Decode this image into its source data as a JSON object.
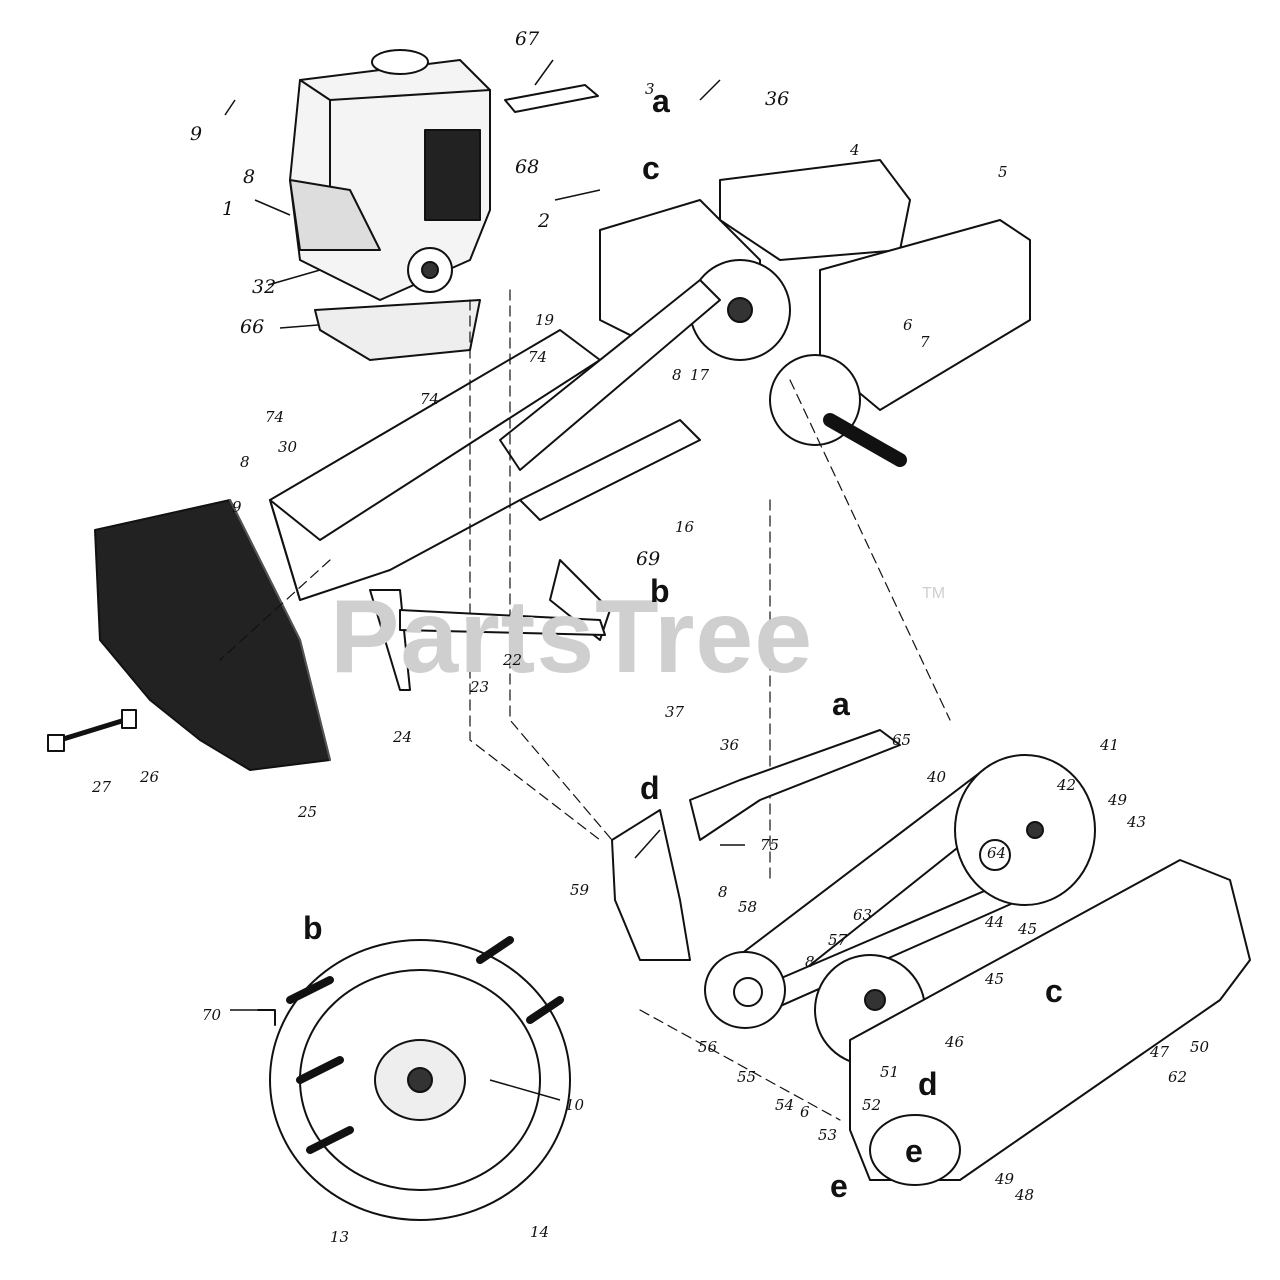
{
  "watermark": {
    "text": "PartsTree",
    "trademark": "TM"
  },
  "letters": [
    "a",
    "c",
    "b",
    "a",
    "d",
    "b",
    "c",
    "d",
    "e",
    "e"
  ],
  "parts": [
    "67",
    "36",
    "3",
    "9",
    "8",
    "68",
    "4",
    "5",
    "2",
    "1",
    "32",
    "66",
    "19",
    "6",
    "7",
    "74",
    "8",
    "17",
    "74",
    "74",
    "30",
    "8",
    "16",
    "9",
    "69",
    "22",
    "23",
    "24",
    "27",
    "26",
    "25",
    "37",
    "36",
    "65",
    "40",
    "41",
    "42",
    "49",
    "43",
    "64",
    "75",
    "59",
    "8",
    "58",
    "63",
    "44",
    "45",
    "57",
    "8",
    "45",
    "46",
    "56",
    "55",
    "54",
    "6",
    "53",
    "52",
    "51",
    "50",
    "47",
    "62",
    "10",
    "70",
    "13",
    "14",
    "49",
    "48"
  ]
}
